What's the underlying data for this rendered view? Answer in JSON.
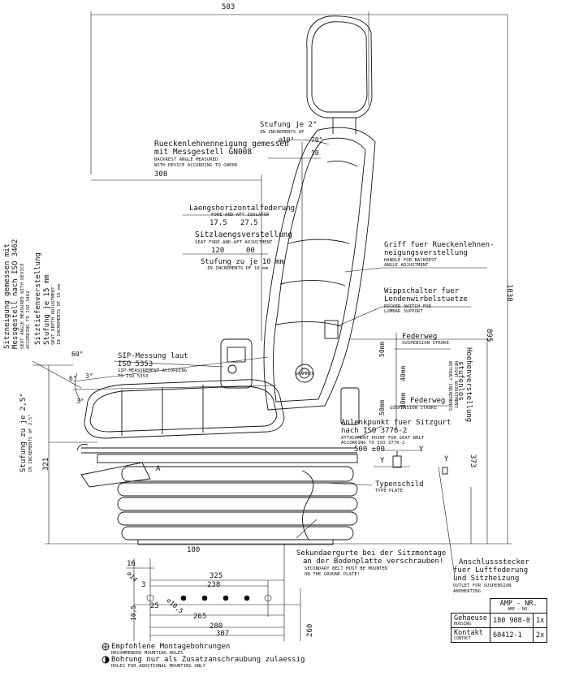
{
  "dimensions": {
    "d583": "583",
    "d308": "308",
    "d1030": "1030",
    "d895": "895",
    "d373": "373",
    "d321": "321",
    "d180": "180",
    "d16": "16",
    "d325": "325",
    "d238": "238",
    "d3": "3",
    "d14": "⌀14",
    "d25": "25",
    "d105": "10,5",
    "d10_5b": "⌀10,5",
    "d265": "265",
    "d280": "280",
    "d307": "307",
    "d260": "260",
    "d500": "500 ±00",
    "d60": "60°",
    "d6": "6°",
    "d3deg": "3°",
    "d3deg2": "3°",
    "d10deg": "⌀10°",
    "d70deg": "70°",
    "d10": "10",
    "d175": "17.5",
    "d275": "27.5",
    "d120": "120",
    "d00": "00",
    "d50a": "50mm",
    "d40a": "40mm",
    "d40b": "40mm",
    "d50b": "50mm"
  },
  "labels": {
    "stufung2_de": "Stufung je 2°",
    "stufung2_en": "IN INCREMENTS OF",
    "rueckenlehne_de1": "Rueckenlehnenneigung gemessen",
    "rueckenlehne_de2": "mit Messgestell GN008",
    "rueckenlehne_en1": "BACKREST ANGLE MEASURED",
    "rueckenlehne_en2": "WITH DEVICE ACCORDING TO GN008",
    "laengs_de": "Laengshorizontalfederung",
    "laengs_en": "FORE-AND-AFT ISOLATOR",
    "sitzlaengs_de": "Sitzlaengsverstellung",
    "sitzlaengs_en": "SEAT FORE-AND-AFT ADJUSTMENT",
    "stufung10_de": "Stufung zu je 10 mm",
    "stufung10_en": "IN INCREMENTS OF 10 mm",
    "griff_de1": "Griff fuer Rueckenlehnen-",
    "griff_de2": "neigungsverstellung",
    "griff_en1": "HANDLE FOR BACKREST",
    "griff_en2": "ANGLE ADJUSTMENT",
    "wipp_de1": "Wippschalter fuer",
    "wipp_de2": "Lendenwirbelstuetze",
    "wipp_en1": "ROCKER SWITCH FOR",
    "wipp_en2": "LUMBAR SUPPORT",
    "federweg1_de": "Federweg",
    "federweg1_en": "SUSPENSION STROKE",
    "hoehen_de1": "Hoehenverstellung",
    "hoehen_de2": "stufenlos",
    "hoehen_en1": "HEIGHT ADJUSTMENT",
    "hoehen_en2": "WITHOUT INCREMENTS",
    "federweg2_de": "Federweg",
    "federweg2_en": "SUSPENSION STROKE",
    "sip_de1": "SIP-Messung laut",
    "sip_de2": "ISO 5353",
    "sip_en1": "SIP-MEASUREMENT ACCORDING",
    "sip_en2": "TO ISO 5353",
    "anlenk_de1": "Anlenkpunkt fuer Sitzgurt",
    "anlenk_de2": "nach ISO 3776-2",
    "anlenk_en1": "ATTACHMENT POINT FOR SEAT BELT",
    "anlenk_en2": "ACCORDING TO ISO 3776-2",
    "typen_de": "Typenschild",
    "typen_en": "TYPE PLATE",
    "sekund_de1": "Sekundaergurte bei der Sitzmontage",
    "sekund_de2": "an der Bodenplatte verschrauben!",
    "sekund_en1": "SECONDARY BELT MUST BE MOUNTED",
    "sekund_en2": "ON THE GROUND PLATE!",
    "anschl_de1": "Anschlussstecker",
    "anschl_de2": "fuer Luftfederung",
    "anschl_de3": "und Sitzheizung",
    "anschl_en1": "OUTLET FOR SUSPENSION",
    "anschl_en2": "ANDHEATING",
    "sitzneig_de1": "Sitzneigung gemessen mit",
    "sitzneig_de2": "Messgestell nach ISO 3462",
    "sitzneig_en1": "SEAT ANGLE MEASURED WITH DEVICE",
    "sitzneig_en2": "ACCORDING TO ISO 3462",
    "sitztiefe_de1": "Sitztiefenverstellung",
    "sitztiefe_de2": "Stufung je 15 mm",
    "sitztiefe_en1": "SEAT DEPTH ADJUSTMENT",
    "sitztiefe_en2": "IN INCREMENTS OF 15 mm",
    "stufung25_de": "Stufung zu je 2,5°",
    "stufung25_en": "IN INCREMENTS OF 2,5°",
    "empf_de": "Empfohlene Montagebohrungen",
    "empf_en": "RECOMMENDED MOUNTING HOLES",
    "bohr_de": "Bohrung nur als Zusatzanschraubung zulaessig",
    "bohr_en": "HOLES FOR ADDITIONAL MOUNTING ONLY",
    "axis_y1": "Y",
    "axis_y2": "Y",
    "axis_y3": "Y",
    "marker_a": "A",
    "brand_logo": "GRAMMER"
  },
  "table": {
    "header_de": "AMP - NR.",
    "header_en": "AMP - NO.",
    "rows": [
      {
        "name_de": "Gehaeuse",
        "name_en": "HOUSING",
        "number": "180 908-0",
        "qty": "1x"
      },
      {
        "name_de": "Kontakt",
        "name_en": "CONTACT",
        "number": "60412-1",
        "qty": "2x"
      }
    ]
  }
}
